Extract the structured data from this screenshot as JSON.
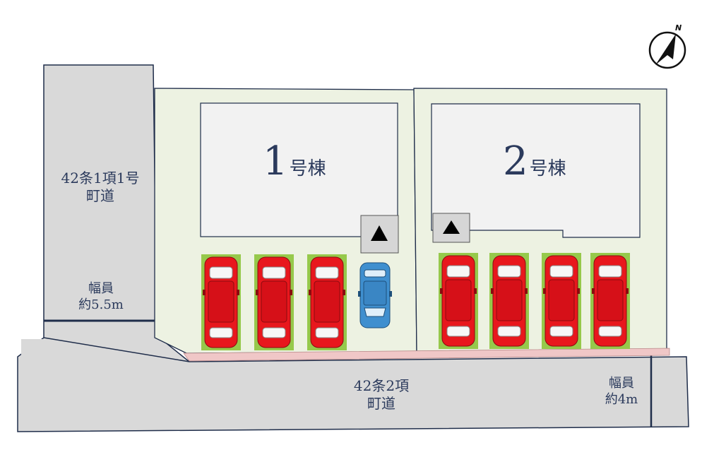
{
  "roads": {
    "vertical": {
      "name": "42条1項1号\n町道",
      "width_label": "幅員\n約5.5m"
    },
    "horizontal": {
      "name": "42条2項\n町道",
      "width_label": "幅員\n約4m"
    }
  },
  "buildings": [
    {
      "number": "1",
      "suffix": "号棟",
      "parking_spaces": 4
    },
    {
      "number": "2",
      "suffix": "号棟",
      "parking_spaces": 4
    }
  ],
  "compass": {
    "north_label": "N"
  },
  "colors": {
    "road": "#d9d9d9",
    "lot": "#edf2e2",
    "building": "#f2f2f2",
    "outline": "#1f2d4a",
    "sidewalk": "#f0c7c7",
    "car_red": "#e8171d",
    "car_blue": "#3f8fcf",
    "car_pad": "#96c94b",
    "text": "#2b3a5c"
  }
}
